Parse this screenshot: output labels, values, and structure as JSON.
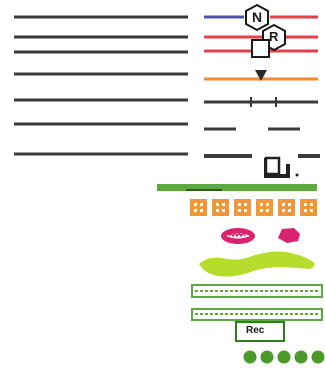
{
  "symbols": {
    "hexagon_n": "N",
    "hexagon_r": "R",
    "rec_box": "Rec"
  },
  "colors": {
    "track_dark": "#3a3a3a",
    "blue": "#4a55a8",
    "red": "#e2404a",
    "orange": "#f08a32",
    "green": "#5aaa3e",
    "lime": "#b6dc2e",
    "magenta": "#d8236f",
    "dot_green": "#4c9a2c",
    "orange_pattern": "#f2963c"
  },
  "icons": [
    "hexagon-n-icon",
    "hexagon-r-icon",
    "square-outline-icon",
    "down-triangle-icon",
    "bracket-icon",
    "cross-section-icon",
    "worm-icon",
    "blob-icon",
    "rec-box-icon"
  ],
  "dots_count": 5,
  "pattern_count": 6
}
